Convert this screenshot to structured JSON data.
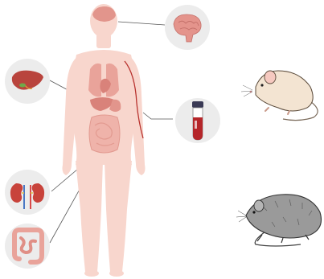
{
  "diagram": {
    "subjects": [
      "human-body",
      "white-mouse",
      "gray-rat"
    ],
    "organ_callouts": [
      {
        "organ": "brain",
        "icon": "brain-icon"
      },
      {
        "organ": "liver",
        "icon": "liver-icon"
      },
      {
        "organ": "blood",
        "icon": "blood-tube-icon"
      },
      {
        "organ": "kidneys",
        "icon": "kidney-icon"
      },
      {
        "organ": "intestine",
        "icon": "intestine-icon"
      }
    ],
    "colors": {
      "body": "#f8d6cd",
      "organ": "#e9a39a",
      "organ_dark": "#d9827a",
      "vessel": "#b8322e",
      "callout_circle": "#ececec",
      "line": "#555555",
      "mouse": "#f3e4d2",
      "rat": "#9a9a9a",
      "outline": "#333333"
    }
  }
}
